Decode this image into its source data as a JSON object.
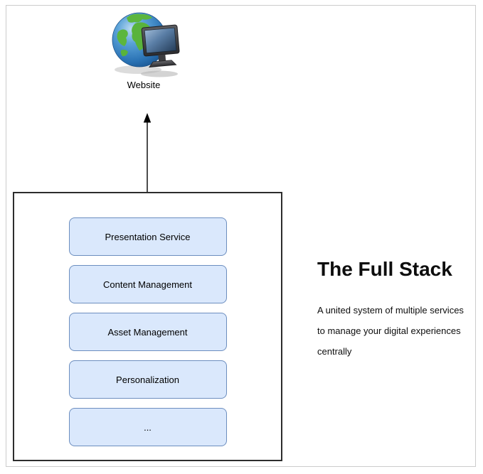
{
  "diagram": {
    "website_node": {
      "label": "Website",
      "icon": "globe-with-monitor"
    },
    "stack_container": {
      "services": [
        "Presentation Service",
        "Content Management",
        "Asset Management",
        "Personalization",
        "..."
      ]
    },
    "side_panel": {
      "title": "The Full Stack",
      "description_lines": [
        "A united system of multiple services",
        "to manage your digital experiences",
        "centrally"
      ]
    },
    "colors": {
      "service_fill": "#dae8fc",
      "service_stroke": "#6c8ebf",
      "container_stroke": "#2d2d2d",
      "page_border": "#cccccc",
      "arrow": "#000000",
      "text": "#000000"
    }
  }
}
